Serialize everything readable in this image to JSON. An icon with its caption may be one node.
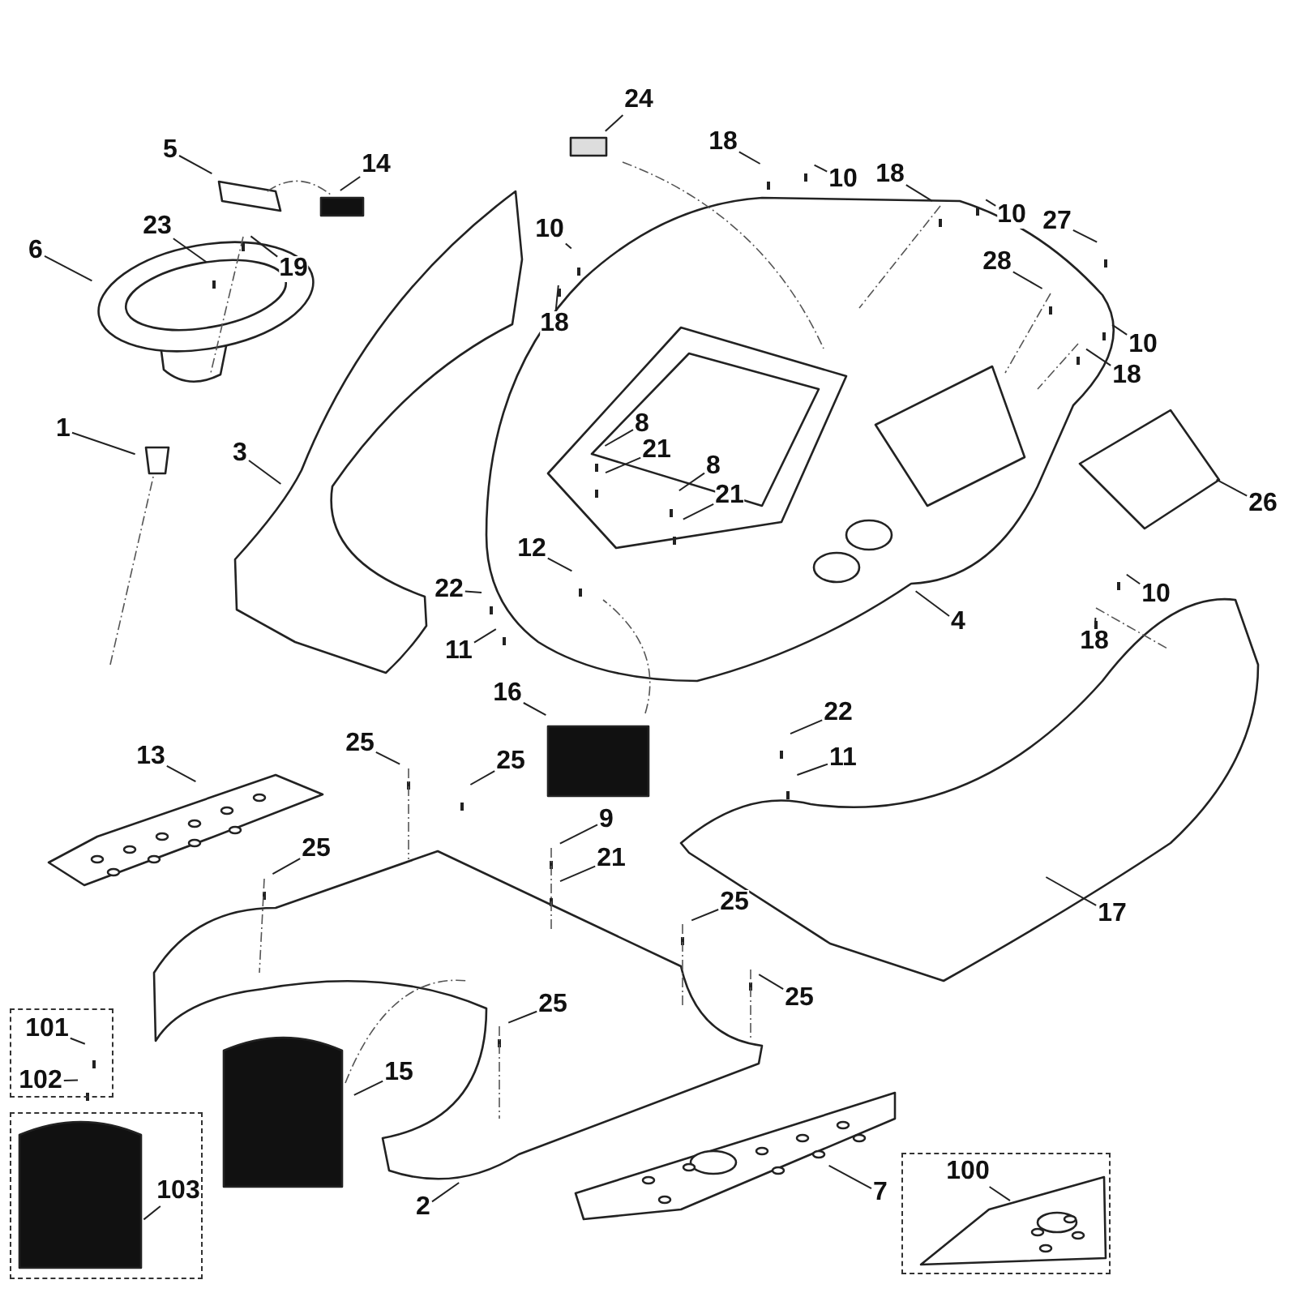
{
  "diagram": {
    "nodes": [
      {
        "text": [
          "24"
        ]
      },
      {
        "text": [
          "5"
        ]
      },
      {
        "text": [
          "14"
        ]
      },
      {
        "text": [
          "18"
        ]
      },
      {
        "text": [
          "10"
        ]
      },
      {
        "text": [
          "18"
        ]
      },
      {
        "text": [
          "10"
        ]
      },
      {
        "text": [
          "27"
        ]
      },
      {
        "text": [
          "23"
        ]
      },
      {
        "text": [
          "10"
        ]
      },
      {
        "text": [
          "6"
        ]
      },
      {
        "text": [
          "28"
        ]
      },
      {
        "text": [
          "19"
        ]
      },
      {
        "text": [
          "18"
        ]
      },
      {
        "text": [
          "10"
        ]
      },
      {
        "text": [
          "18"
        ]
      },
      {
        "text": [
          "8"
        ]
      },
      {
        "text": [
          "1"
        ]
      },
      {
        "text": [
          "21"
        ]
      },
      {
        "text": [
          "3"
        ]
      },
      {
        "text": [
          "8"
        ]
      },
      {
        "text": [
          "21"
        ]
      },
      {
        "text": [
          "26"
        ]
      },
      {
        "text": [
          "12"
        ]
      },
      {
        "text": [
          "22"
        ]
      },
      {
        "text": [
          "10"
        ]
      },
      {
        "text": [
          "4"
        ]
      },
      {
        "text": [
          "18"
        ]
      },
      {
        "text": [
          "11"
        ]
      },
      {
        "text": [
          "16"
        ]
      },
      {
        "text": [
          "22"
        ]
      },
      {
        "text": [
          "11"
        ]
      },
      {
        "text": [
          "25"
        ]
      },
      {
        "text": [
          "13"
        ]
      },
      {
        "text": [
          "25"
        ]
      },
      {
        "text": [
          "9"
        ]
      },
      {
        "text": [
          "25"
        ]
      },
      {
        "text": [
          "21"
        ]
      },
      {
        "text": [
          "17"
        ]
      },
      {
        "text": [
          "25"
        ]
      },
      {
        "text": [
          "25"
        ]
      },
      {
        "text": [
          "25"
        ]
      },
      {
        "text": [],
        "shape": "box"
      },
      {
        "text": [
          "101"
        ],
        "in": 42
      },
      {
        "text": [
          "102"
        ],
        "in": 42
      },
      {
        "text": [
          "15"
        ]
      },
      {
        "text": [],
        "shape": "box"
      },
      {
        "text": [
          "103"
        ],
        "in": 46
      },
      {
        "text": [
          "2"
        ]
      },
      {
        "text": [
          "7"
        ]
      },
      {
        "text": [],
        "shape": "box"
      },
      {
        "text": [
          "100"
        ],
        "in": 50
      }
    ],
    "edges": [
      {
        "from": 0,
        "to": null,
        "arrow": "none"
      },
      {
        "from": 1,
        "to": null,
        "arrow": "none"
      },
      {
        "from": 2,
        "to": null,
        "arrow": "none"
      },
      {
        "from": 3,
        "to": null,
        "arrow": "none"
      },
      {
        "from": 4,
        "to": null,
        "arrow": "none"
      },
      {
        "from": 5,
        "to": null,
        "arrow": "none"
      },
      {
        "from": 6,
        "to": null,
        "arrow": "none"
      },
      {
        "from": 7,
        "to": null,
        "arrow": "none"
      },
      {
        "from": 8,
        "to": null,
        "arrow": "none"
      },
      {
        "from": 9,
        "to": null,
        "arrow": "none"
      },
      {
        "from": 10,
        "to": null,
        "arrow": "none"
      },
      {
        "from": 11,
        "to": null,
        "arrow": "none"
      },
      {
        "from": 12,
        "to": null,
        "arrow": "none"
      },
      {
        "from": 13,
        "to": null,
        "arrow": "none"
      },
      {
        "from": 14,
        "to": null,
        "arrow": "none"
      },
      {
        "from": 15,
        "to": null,
        "arrow": "none"
      },
      {
        "from": 16,
        "to": null,
        "arrow": "none"
      },
      {
        "from": 17,
        "to": null,
        "arrow": "none"
      },
      {
        "from": 18,
        "to": null,
        "arrow": "none"
      },
      {
        "from": 19,
        "to": null,
        "arrow": "none"
      },
      {
        "from": 20,
        "to": null,
        "arrow": "none"
      },
      {
        "from": 21,
        "to": null,
        "arrow": "none"
      },
      {
        "from": 22,
        "to": null,
        "arrow": "none"
      },
      {
        "from": 23,
        "to": null,
        "arrow": "none"
      },
      {
        "from": 24,
        "to": null,
        "arrow": "none"
      },
      {
        "from": 25,
        "to": null,
        "arrow": "none"
      },
      {
        "from": 26,
        "to": null,
        "arrow": "none"
      },
      {
        "from": 27,
        "to": null,
        "arrow": "none"
      },
      {
        "from": 28,
        "to": null,
        "arrow": "none"
      },
      {
        "from": 29,
        "to": null,
        "arrow": "none"
      },
      {
        "from": 30,
        "to": null,
        "arrow": "none"
      },
      {
        "from": 31,
        "to": null,
        "arrow": "none"
      },
      {
        "from": 32,
        "to": null,
        "arrow": "none"
      },
      {
        "from": 33,
        "to": null,
        "arrow": "none"
      },
      {
        "from": 34,
        "to": null,
        "arrow": "none"
      },
      {
        "from": 35,
        "to": null,
        "arrow": "none"
      },
      {
        "from": 36,
        "to": null,
        "arrow": "none"
      },
      {
        "from": 37,
        "to": null,
        "arrow": "none"
      },
      {
        "from": 38,
        "to": null,
        "arrow": "none"
      },
      {
        "from": 39,
        "to": null,
        "arrow": "none"
      },
      {
        "from": 40,
        "to": null,
        "arrow": "none"
      },
      {
        "from": 41,
        "to": null,
        "arrow": "none"
      },
      {
        "from": 43,
        "to": null,
        "arrow": "none"
      },
      {
        "from": 44,
        "to": null,
        "arrow": "none"
      },
      {
        "from": 45,
        "to": null,
        "arrow": "none"
      },
      {
        "from": 47,
        "to": null,
        "arrow": "none"
      },
      {
        "from": 48,
        "to": null,
        "arrow": "none"
      },
      {
        "from": 49,
        "to": null,
        "arrow": "none"
      },
      {
        "from": 51,
        "to": null,
        "arrow": "none"
      }
    ]
  }
}
